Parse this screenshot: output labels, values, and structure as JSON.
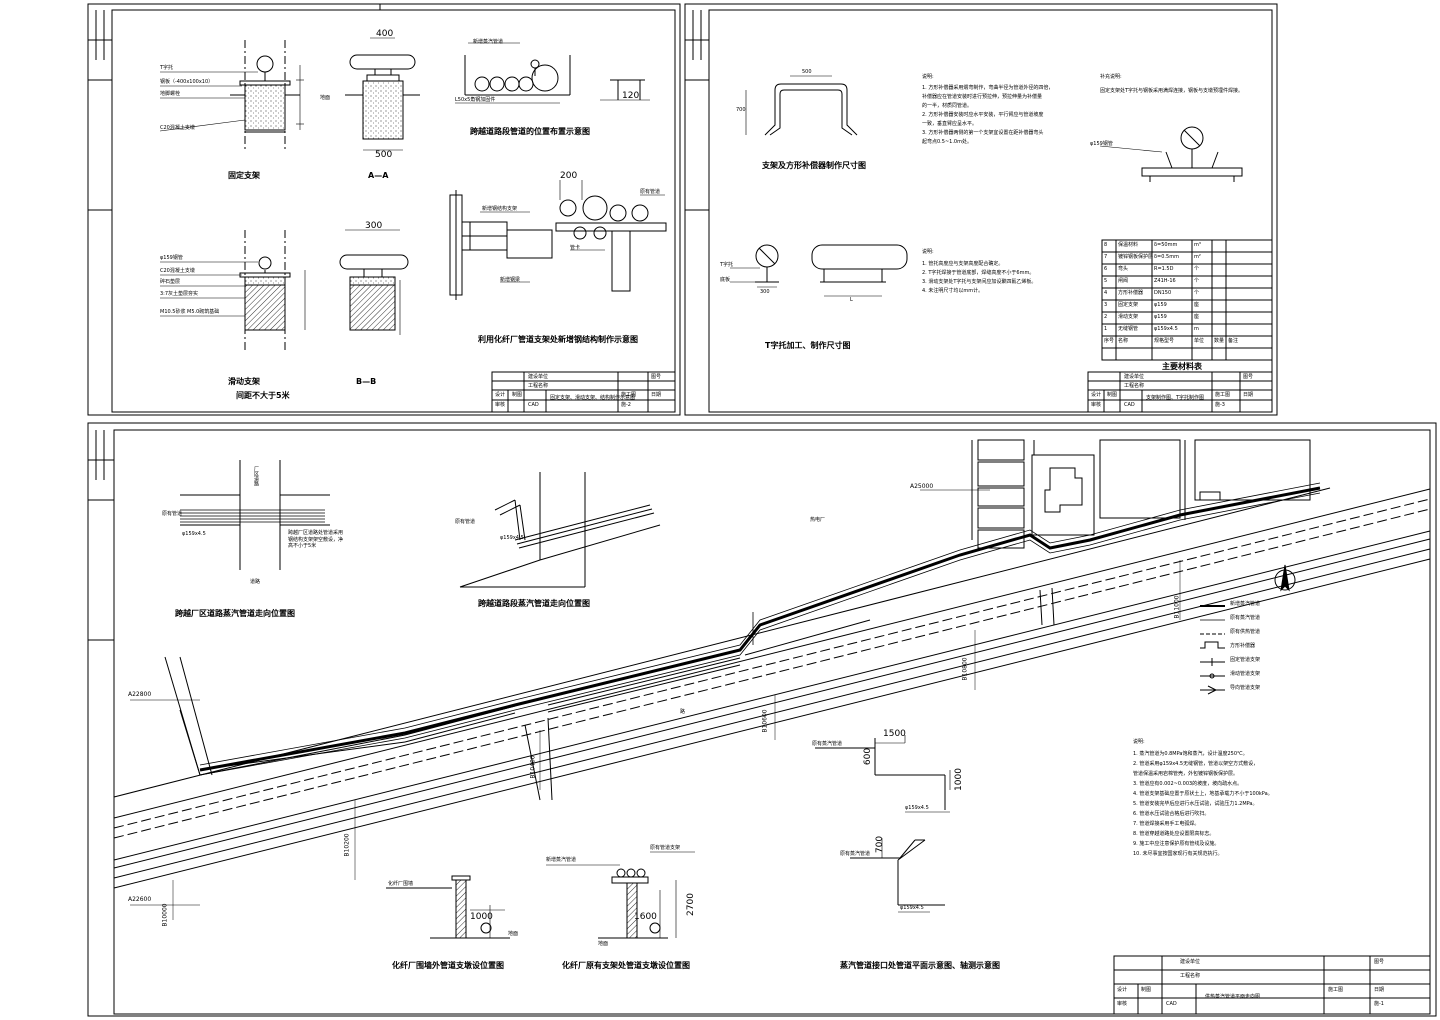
{
  "sheet_top_left": {
    "titles": {
      "fixed_support": "固定支架",
      "section_a": "A—A",
      "sliding_support": "滑动支架",
      "section_b": "B—B",
      "spacing_note": "间距不大于5米",
      "road_crossing_arrangement": "跨越道路段管道的位置布置示意图",
      "existing_pipe_rack": "利用化纤厂管道支架处新增钢结构制作示意图"
    },
    "labels": {
      "t_support": "T字托",
      "plate": "钢板（-400x100x10）",
      "bolt": "地脚螺栓",
      "concrete_base": "C20混凝土支墩",
      "ground": "地面",
      "steel_pipe_o": "φ159钢管",
      "c20_concrete": "C20混凝土支墩",
      "gravel": "碎石垫层",
      "lime_soil": "3:7灰土垫层夯实",
      "note_b": "M10.5砂浆 M5.0砌筑基础",
      "pipe_clamp": "管卡",
      "road": "道路",
      "new_steam": "新增蒸汽管道",
      "existing_pipe": "原有管道",
      "added_steel": "L50x5角钢加固件",
      "new_bracket": "新增钢结构支架",
      "new_beam": "新增钢梁"
    },
    "dims": {
      "d1": "400",
      "d2": "300",
      "d3": "500",
      "d4": "120",
      "d5": "200"
    },
    "title_block": {
      "company": "建设单位",
      "project": "工程名称",
      "drawing": "固定支架、滑动支架、结构制作示意图",
      "designed": "设计",
      "checked": "审核",
      "drafted": "制图",
      "format": "CAD",
      "drawing_no_label": "图号",
      "drawing_no": "施-2",
      "phase": "施工图",
      "date": "日期"
    }
  },
  "sheet_top_right": {
    "titles": {
      "expansion_joint": "支架及方形补偿器制作尺寸图",
      "t_support_fab": "T字托加工、制作尺寸图",
      "material_table": "主要材料表"
    },
    "notes_header": "说明:",
    "notes": [
      "1. 方形补偿器采用煨弯制作，弯曲半径为管道外径的四倍，",
      "   补偿器应在管道安装时进行预拉伸，预拉伸量为补偿量",
      "   的一半，材质同管道。",
      "2. 方形补偿器安装时应水平安装，平行臂应与管道坡度",
      "   一致，垂直臂应呈水平。",
      "3. 方形补偿器两侧的第一个支架宜设置在距补偿器弯头",
      "   起弯点0.5~1.0m处。"
    ],
    "notes2_header": "说明:",
    "notes2": [
      "1. 管托高度应与支架高度配合确定。",
      "2. T字托焊接于管道底部，焊缝高度不小于6mm。",
      "3. 滑动支架处T字托与支架间应加设聚四氟乙烯板。",
      "4. 未注明尺寸均以mm计。"
    ],
    "right_note_header": "补充说明:",
    "right_note": "固定支架处T字托与钢板采用满焊连接，钢板与支墩预埋件焊接。",
    "labels": {
      "pipe": "φ159钢管",
      "t_holder": "T字托",
      "base_plate": "底板",
      "l": "L"
    },
    "dims": {
      "d1": "500",
      "d2": "700",
      "d3": "300"
    },
    "table": {
      "headers": [
        "序号",
        "名称",
        "规格型号",
        "单位",
        "数量",
        "备注"
      ],
      "rows": [
        [
          "8",
          "保温材料",
          "δ=50mm",
          "m³",
          "",
          ""
        ],
        [
          "7",
          "镀锌钢板保护层",
          "δ=0.5mm",
          "m²",
          "",
          ""
        ],
        [
          "6",
          "弯头",
          "R=1.5D",
          "个",
          "",
          ""
        ],
        [
          "5",
          "闸阀",
          "Z41H-16",
          "个",
          "",
          ""
        ],
        [
          "4",
          "方形补偿器",
          "DN150",
          "个",
          "",
          ""
        ],
        [
          "3",
          "固定支架",
          "φ159",
          "座",
          "",
          ""
        ],
        [
          "2",
          "滑动支架",
          "φ159",
          "座",
          "",
          ""
        ],
        [
          "1",
          "无缝钢管",
          "φ159x4.5",
          "m",
          "",
          ""
        ]
      ]
    },
    "title_block": {
      "company": "建设单位",
      "project": "工程名称",
      "drawing": "支架制作图、T字托制作图",
      "designed": "设计",
      "checked": "审核",
      "drafted": "制图",
      "format": "CAD",
      "drawing_no_label": "图号",
      "drawing_no": "施-3",
      "phase": "施工图",
      "date": "日期"
    }
  },
  "sheet_bottom": {
    "titles": {
      "factory_crossing": "跨越厂区道路蒸汽管道走向位置图",
      "road_crossing": "跨越道路段蒸汽管道走向位置图",
      "wall_support": "化纤厂围墙外管道支墩设位置图",
      "rack_support": "化纤厂原有支架处管道支墩设位置图",
      "interface": "蒸汽管道接口处管道平面示意图、轴测示意图"
    },
    "coords": {
      "a25000": "A25000",
      "a22800": "A22800",
      "a22600": "A22600",
      "b11000": "B11000",
      "b10800": "B10800",
      "b10600": "B10600",
      "b10400": "B10400",
      "b10200": "B10200",
      "b10000": "B10000"
    },
    "labels": {
      "factory": "厂区道路",
      "road": "道路",
      "north_factory": "热电厂",
      "road_center": "路",
      "existing_pipe": "原有管道",
      "pipe_label": "φ159x4.5",
      "wall": "化纤厂围墙",
      "new_steam": "新增蒸汽管道",
      "existing_pipe_rack": "原有管道支架",
      "ground": "地面",
      "dim_1500": "1500",
      "dim_600": "600",
      "dim_1000": "1000",
      "dim_1600": "1600",
      "dim_700": "700",
      "dim_2700": "2700",
      "interface_pipe": "原有蒸汽管道",
      "crossing_note": "跨越厂区道路处管道采用钢结构支架架空敷设，净高不小于5米"
    },
    "legend": [
      "新增蒸汽管道",
      "原有蒸汽管道",
      "原有供热管道",
      "方形补偿器",
      "固定管道支架",
      "滑动管道支架",
      "导向管道支架"
    ],
    "notes_header": "说明:",
    "notes": [
      "1. 蒸汽管道为0.8MPa饱和蒸汽，设计温度250℃。",
      "2. 管道采用φ159x4.5无缝钢管，管道以架空方式敷设，",
      "   管道保温采用岩棉管壳，外包镀锌钢板保护层。",
      "3. 管道应有0.002~0.003的坡度，坡向疏水点。",
      "4. 管道支架基础应置于原状土上，地基承载力不小于100kPa。",
      "5. 管道安装完毕后应进行水压试验，试验压力1.2MPa。",
      "6. 管道水压试验合格后进行吹扫。",
      "7. 管道焊接采用手工电弧焊。",
      "8. 管道穿越道路处应设置限高标志。",
      "9. 施工中应注意保护原有管线及设施。",
      "10. 未尽事宜按国家现行有关规范执行。"
    ],
    "title_block": {
      "company": "建设单位",
      "project": "工程名称",
      "drawing": "供热蒸汽管道平面走向图",
      "designed": "设计",
      "checked": "审核",
      "drafted": "制图",
      "format": "CAD",
      "drawing_no_label": "图号",
      "drawing_no": "施-1",
      "phase": "施工图",
      "date": "日期"
    }
  },
  "colors": {
    "line": "#000000",
    "background": "#ffffff"
  }
}
